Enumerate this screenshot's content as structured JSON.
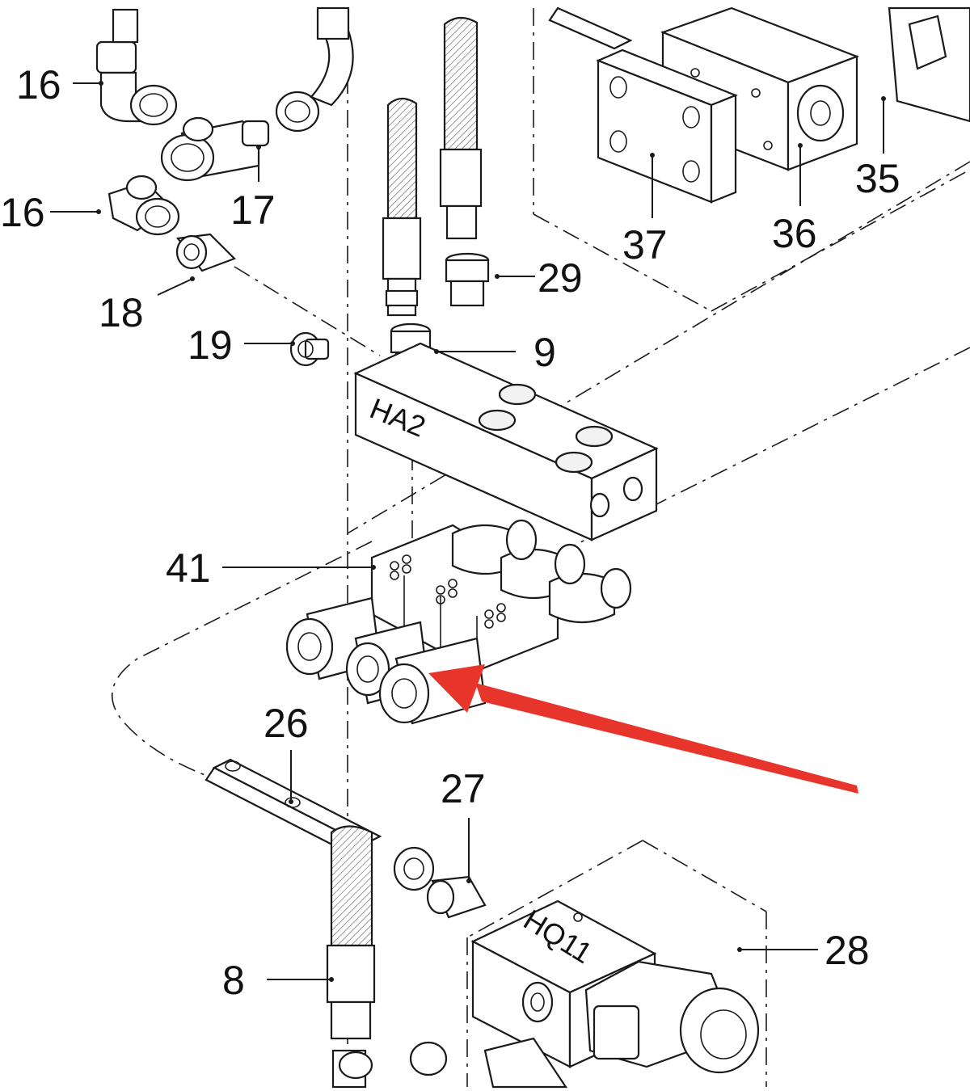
{
  "callouts": [
    {
      "id": "c16a",
      "label": "16"
    },
    {
      "id": "c17",
      "label": "17"
    },
    {
      "id": "c16b",
      "label": "16"
    },
    {
      "id": "c18",
      "label": "18"
    },
    {
      "id": "c19",
      "label": "19"
    },
    {
      "id": "c9",
      "label": "9"
    },
    {
      "id": "c29",
      "label": "29"
    },
    {
      "id": "c37",
      "label": "37"
    },
    {
      "id": "c36",
      "label": "36"
    },
    {
      "id": "c35",
      "label": "35"
    },
    {
      "id": "c41",
      "label": "41"
    },
    {
      "id": "c26",
      "label": "26"
    },
    {
      "id": "c27",
      "label": "27"
    },
    {
      "id": "c28",
      "label": "28"
    },
    {
      "id": "c8",
      "label": "8"
    }
  ],
  "part_labels": {
    "manifold_block": "HA2",
    "valve_block": "HQ11"
  },
  "colors": {
    "line": "#1a1a1a",
    "arrow": "#e8352b",
    "background": "#ffffff"
  }
}
